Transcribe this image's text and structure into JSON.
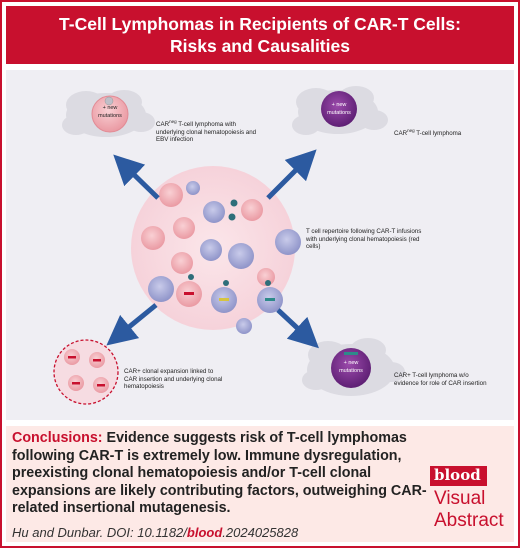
{
  "header": {
    "title_line1": "T-Cell Lymphomas in Recipients of CAR-T Cells:",
    "title_line2": "Risks and Causalities"
  },
  "figure": {
    "top_left_new_mutations": "+ new mutations",
    "top_left_label_prefix": "CAR",
    "top_left_label_sup": "neg",
    "top_left_label_rest": " T-cell lymphoma with underlying clonal hematopoiesis and EBV infection",
    "top_right_new_mutations": "+ new mutations",
    "top_right_label_prefix": "CAR",
    "top_right_label_sup": "neg",
    "top_right_label_rest": " T-cell lymphoma",
    "center_label": "T cell repertoire following CAR-T infusions with underlying clonal hematopoiesis (red cells)",
    "bottom_left_label": "CAR+ clonal expansion linked to CAR insertion and underlying clonal hematopoiesis",
    "bottom_right_new_mutations": "+ new mutations",
    "bottom_right_label": "CAR+ T-cell lymphoma w/o evidence for role of CAR insertion"
  },
  "conclusions": {
    "heading": "Conclusions:",
    "text": " Evidence suggests risk of T-cell lymphomas following CAR-T is extremely low. Immune dysregulation, preexisting clonal hematopoiesis and/or T-cell clonal expansions are likely contributing factors, outweighing CAR-related insertional mutagenesis."
  },
  "citation": {
    "authors": "Hu and Dunbar. DOI: 10.1182/",
    "journal": "blood",
    "doi_suffix": ".2024025828"
  },
  "logo": {
    "word": "blood",
    "line1": "Visual",
    "line2": "Abstract"
  },
  "colors": {
    "brand_red": "#c8102e",
    "conclusions_bg": "#fde9e6",
    "clonal_cell": "#f2b3b8",
    "normal_cell": "#a7abd6",
    "lymphoma_cell": "#7a2f8e",
    "arrow": "#2c5aa0"
  }
}
